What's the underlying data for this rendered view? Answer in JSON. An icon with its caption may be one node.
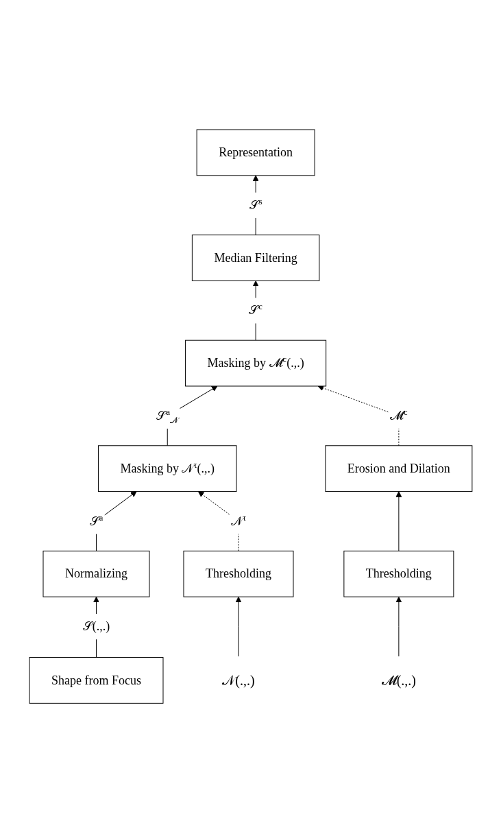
{
  "diagram": {
    "nodes": [
      {
        "text": [
          "Shape from Focus"
        ]
      },
      {
        "text": [
          "Normalizing"
        ]
      },
      {
        "text": [
          "𝒩(.,.)"
        ]
      },
      {
        "text": [
          "Thresholding"
        ]
      },
      {
        "text": [
          "Masking by 𝒩$^{τ}$(.,.)"
        ]
      },
      {
        "text": [
          "Masking by 𝓜$^{c}$(.,.)"
        ]
      },
      {
        "text": [
          "𝓜(.,.)"
        ]
      },
      {
        "text": [
          "Thresholding"
        ]
      },
      {
        "text": [
          "Erosion and Dilation"
        ]
      },
      {
        "text": [
          "Median Filtering"
        ]
      },
      {
        "text": [
          "Representation"
        ]
      }
    ],
    "edges": [
      {
        "from": 0,
        "to": 1,
        "arrow": "to",
        "label": "𝒮(.,.)"
      },
      {
        "from": 1,
        "to": 4,
        "arrow": "to",
        "label": "𝒮$^{a}$"
      },
      {
        "from": 2,
        "to": 3,
        "arrow": "to"
      },
      {
        "from": 3,
        "to": 4,
        "arrow": "to",
        "label": "𝒩$^{τ}$",
        "style": "dashed"
      },
      {
        "from": 4,
        "to": 5,
        "arrow": "to",
        "label": "𝒮$^{a}$$_{𝒩}$"
      },
      {
        "from": 6,
        "to": 7,
        "arrow": "to"
      },
      {
        "from": 7,
        "to": 8,
        "arrow": "to"
      },
      {
        "from": 8,
        "to": 5,
        "arrow": "to",
        "label": "𝓜$^{c}$",
        "style": "dashed"
      },
      {
        "from": 5,
        "to": 9,
        "arrow": "to",
        "label": "𝒮$^{c}$"
      },
      {
        "from": 9,
        "to": 10,
        "arrow": "to",
        "label": "𝒮$^{s}$"
      }
    ]
  }
}
